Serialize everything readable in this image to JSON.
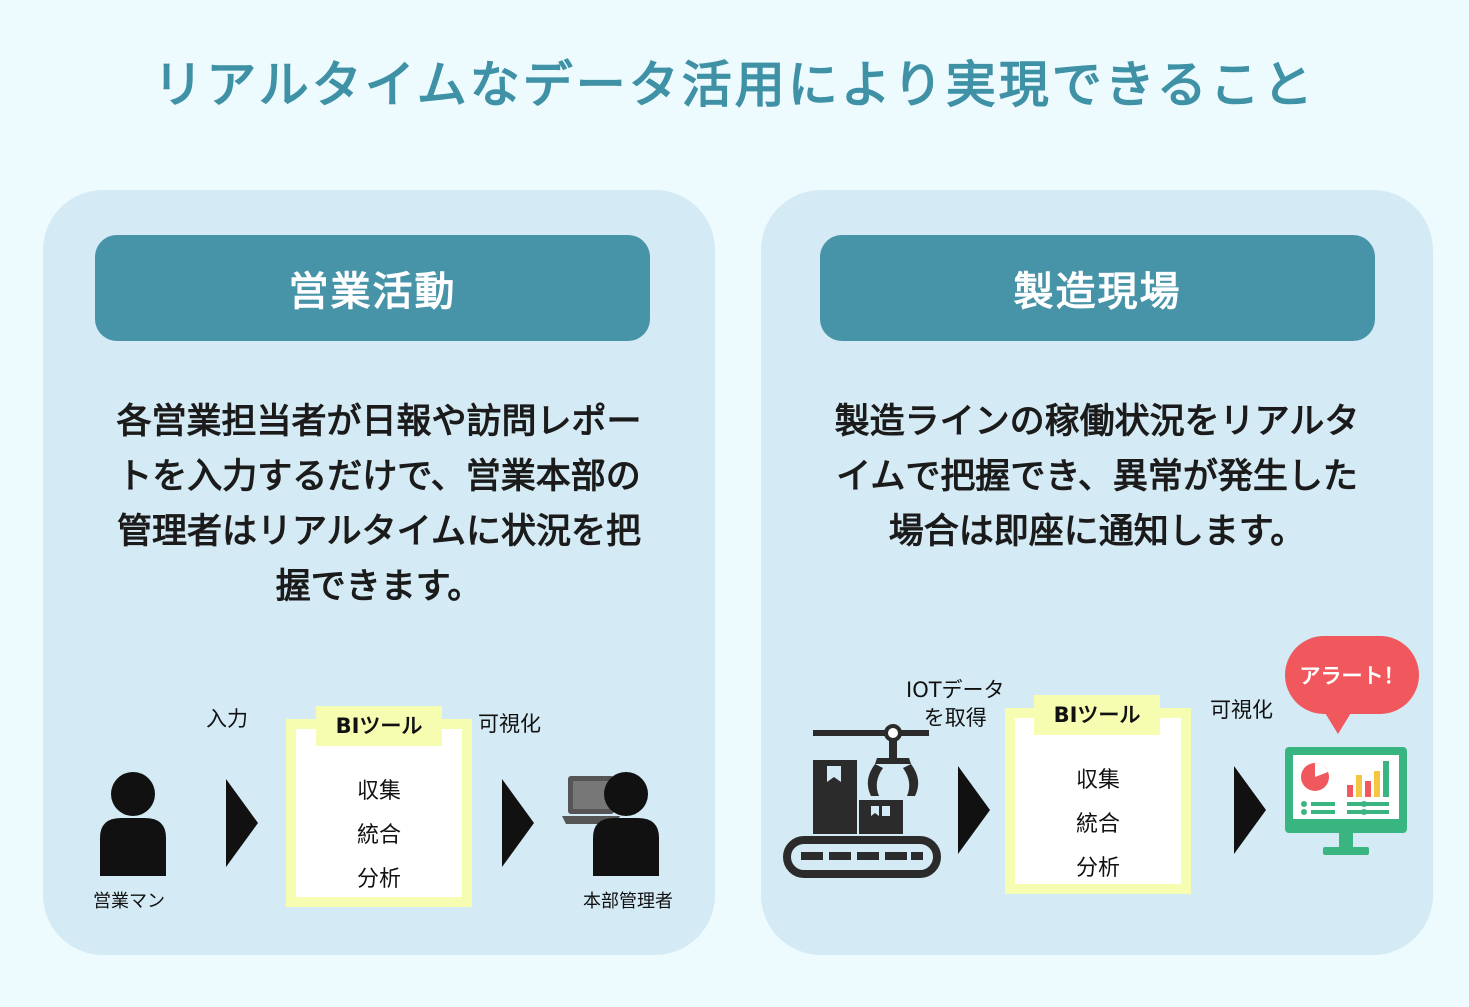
{
  "title": "リアルタイムなデータ活用により実現できること",
  "left": {
    "header": "営業活動",
    "description_lines": [
      "各営業担当者が日報や訪問レポー",
      "トを入力するだけで、営業本部の",
      "管理者はリアルタイムに状況を把",
      "握できます。"
    ],
    "input_label": "入力",
    "visualize_label": "可視化",
    "bi_title": "BIツール",
    "bi_items": [
      "収集",
      "統合",
      "分析"
    ],
    "salesman_caption": "営業マン",
    "manager_caption": "本部管理者"
  },
  "right": {
    "header": "製造現場",
    "description_lines": [
      "製造ラインの稼働状況をリアルタ",
      "イムで把握でき、異常が発生した",
      "場合は即座に通知します。"
    ],
    "iot_label_lines": [
      "IOTデータ",
      "を取得"
    ],
    "visualize_label": "可視化",
    "bi_title": "BIツール",
    "bi_items": [
      "収集",
      "統合",
      "分析"
    ],
    "alert_label": "アラート！"
  },
  "icons": [
    "person-icon",
    "laptop-person-icon",
    "factory-conveyor-icon",
    "robot-arm-icon",
    "monitor-dashboard-icon",
    "arrow-right-icon"
  ],
  "colors": {
    "background": "#edfbff",
    "title": "#3f91a6",
    "panel": "#d4eaf4",
    "header": "#4793a8",
    "bi_border": "#f6fdb0",
    "alert": "#f0585d",
    "monitor": "#39b582"
  }
}
